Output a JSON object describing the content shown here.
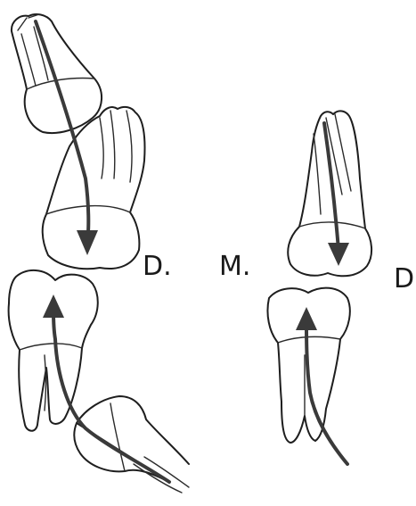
{
  "labels": {
    "left_distal": "D.",
    "mesial": "M.",
    "right_distal": "D"
  }
}
